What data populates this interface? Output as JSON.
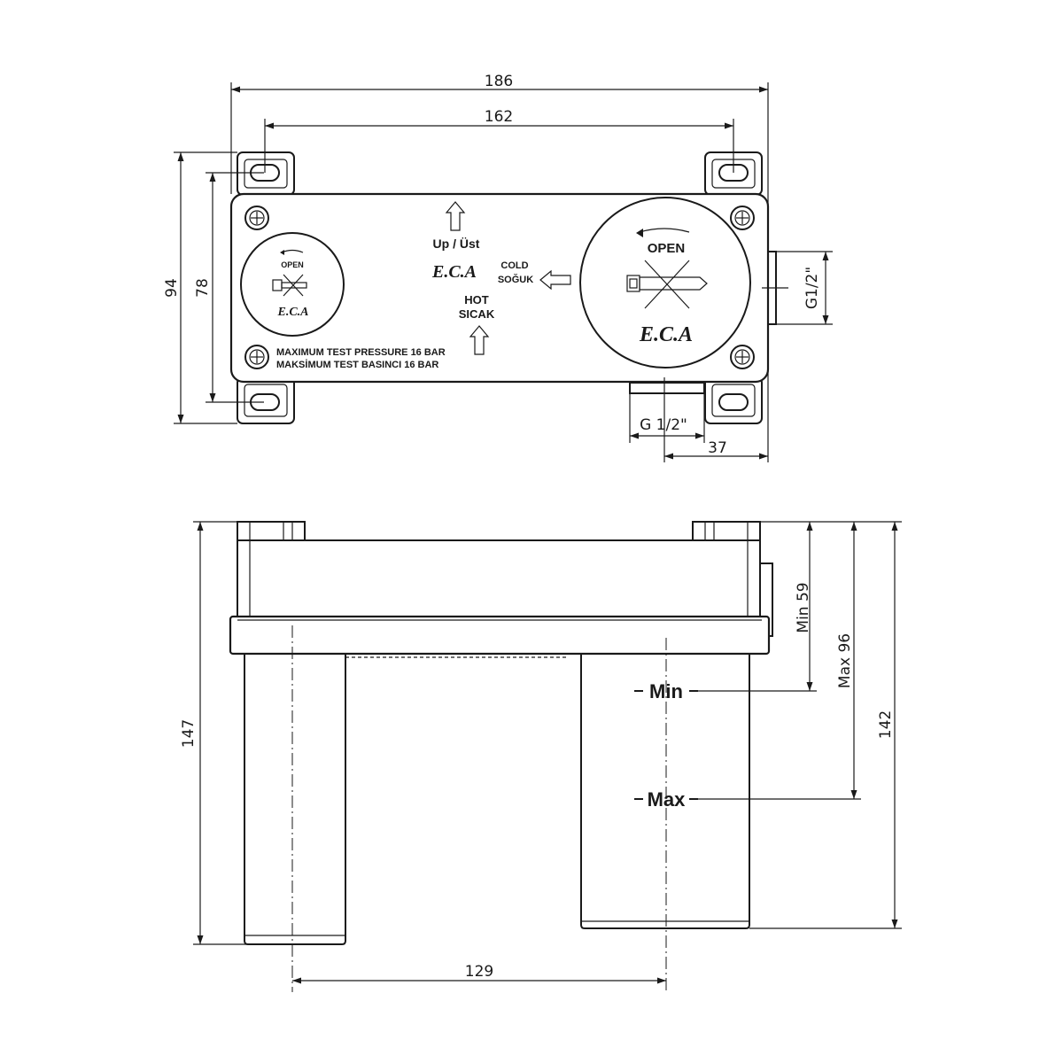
{
  "dimensions": {
    "width_186": "186",
    "width_162": "162",
    "height_94": "94",
    "height_78": "78",
    "side_g12": "G1/2\"",
    "bottom_g12": "G 1/2\"",
    "offset_37": "37",
    "depth_147": "147",
    "min_59": "Min 59",
    "max_96": "Max 96",
    "depth_142": "142",
    "spacing_129": "129"
  },
  "labels": {
    "up_ust": "Up / Üst",
    "cold": "COLD",
    "soguk": "SOĞUK",
    "hot": "HOT",
    "sicak": "SICAK",
    "open_large": "OPEN",
    "open_small": "OPEN",
    "pressure_en": "MAXIMUM TEST PRESSURE 16 BAR",
    "pressure_tr": "MAKSİMUM TEST BASINCI 16 BAR",
    "min_mark": "Min",
    "max_mark": "Max"
  },
  "brand": {
    "logo_text": "E.C.A"
  }
}
